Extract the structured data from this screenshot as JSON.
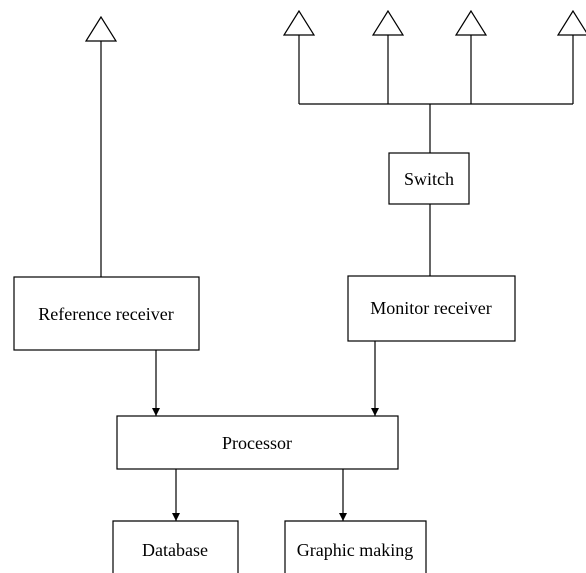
{
  "diagram": {
    "antenna_icon": "triangle-antenna",
    "colors": {
      "stroke": "#000000",
      "fill": "#ffffff"
    },
    "boxes": {
      "reference_receiver": "Reference receiver",
      "switch": "Switch",
      "monitor_receiver": "Monitor receiver",
      "processor": "Processor",
      "database": "Database",
      "graphic_making": "Graphic making"
    }
  }
}
